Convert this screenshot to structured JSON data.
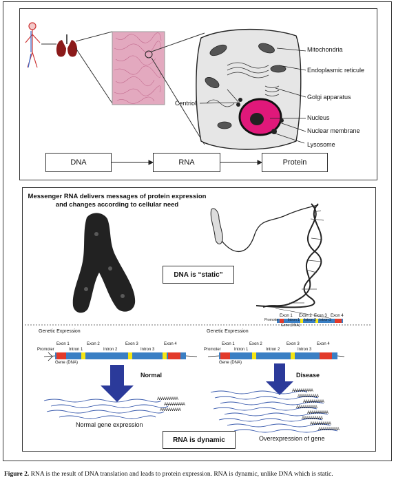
{
  "top_panel": {
    "cell_labels": [
      "Mitochondria",
      "Endoplasmic reticule",
      "Golgi apparatus",
      "Nucleus",
      "Nuclear membrane",
      "Lysosome"
    ],
    "centriol_label": "Centriol",
    "flow": [
      "DNA",
      "RNA",
      "Protein"
    ]
  },
  "bottom_panel": {
    "title_line1": "Messenger RNA delivers messages of protein expression",
    "title_line2": "and changes according to cellular need",
    "static_label": "DNA is “static”",
    "dynamic_label": "RNA is dynamic",
    "small_gene": {
      "exons": [
        "Exon 1",
        "Exon 2",
        "Exon 3",
        "Exon 4"
      ],
      "introns": [
        "Intron 1",
        "Intron 2",
        "Intron 3"
      ],
      "promoter": "Promoter",
      "gene": "Gene (DNA)"
    },
    "left": {
      "heading": "Genetic Expression",
      "promoter": "Promoter",
      "exons": [
        "Exon 1",
        "Exon 2",
        "Exon 3",
        "Exon 4"
      ],
      "introns": [
        "Intron 1",
        "Intron 2",
        "Intron 3"
      ],
      "gene": "Gene (DNA)",
      "state": "Normal",
      "result": "Normal gene expression"
    },
    "right": {
      "heading": "Genetic Expression",
      "promoter": "Promoter",
      "exons": [
        "Exon 1",
        "Exon 2",
        "Exon 3",
        "Exon 4"
      ],
      "introns": [
        "Intron 1",
        "Intron 2",
        "Intron 3"
      ],
      "gene": "Gene (DNA)",
      "state": "Disease",
      "result": "Overexpression of gene"
    }
  },
  "caption": {
    "label": "Figure 2.",
    "text": "RNA is the result of DNA translation and leads to protein expression. RNA is dynamic, unlike DNA which is static."
  },
  "colors": {
    "nucleus": "#e0187a",
    "gene_bar": "#3a7fc4",
    "exon_red": "#e23a2a",
    "exon_yellow": "#f5e614",
    "arrow": "#2b3a9a",
    "tissue": "#e3a9bf"
  }
}
